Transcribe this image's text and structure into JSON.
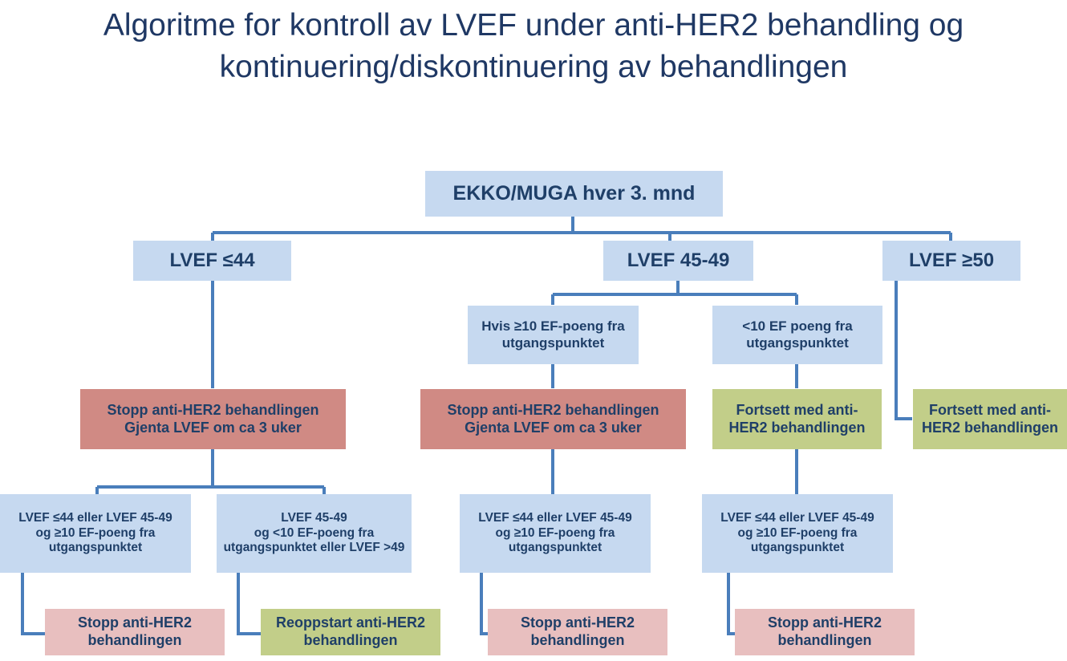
{
  "title": "Algoritme for kontroll av LVEF under anti-HER2 behandling og kontinuering/diskontinuering av behandlingen",
  "colors": {
    "title_text": "#1f3864",
    "node_text": "#1f3f68",
    "blue_fill": "#c6d9f0",
    "red_fill": "#d08a84",
    "pink_fill": "#e8bfbf",
    "green_fill": "#c2ce89",
    "connector": "#4a7ebb"
  },
  "nodes": {
    "root": "EKKO/MUGA hver 3. mnd",
    "lvef_low": "LVEF ≤44",
    "lvef_mid": "LVEF 45-49",
    "lvef_high": "LVEF ≥50",
    "mid_drop10": "Hvis ≥10 EF-poeng fra\nutgangspunktet",
    "mid_under10": "<10 EF poeng fra\nutgangspunktet",
    "stop_repeat_left": "Stopp anti-HER2 behandlingen\nGjenta LVEF om ca 3 uker",
    "stop_repeat_mid": "Stopp anti-HER2 behandlingen\nGjenta LVEF om ca 3 uker",
    "continue_mid": "Fortsett med anti-\nHER2 behandlingen",
    "continue_right": "Fortsett med anti-\nHER2 behandlingen",
    "recheck_a": "LVEF ≤44 eller LVEF 45-49\nog ≥10 EF-poeng fra\nutgangspunktet",
    "recheck_b": "LVEF 45-49\nog <10 EF-poeng fra\nutgangspunktet eller LVEF >49",
    "recheck_c": "LVEF ≤44 eller LVEF 45-49\nog ≥10 EF-poeng fra\nutgangspunktet",
    "recheck_d": "LVEF ≤44 eller LVEF 45-49\nog ≥10 EF-poeng fra\nutgangspunktet",
    "stop_a": "Stopp anti-HER2\nbehandlingen",
    "restart_b": "Reoppstart anti-HER2\nbehandlingen",
    "stop_c": "Stopp anti-HER2\nbehandlingen",
    "stop_d": "Stopp anti-HER2\nbehandlingen"
  }
}
